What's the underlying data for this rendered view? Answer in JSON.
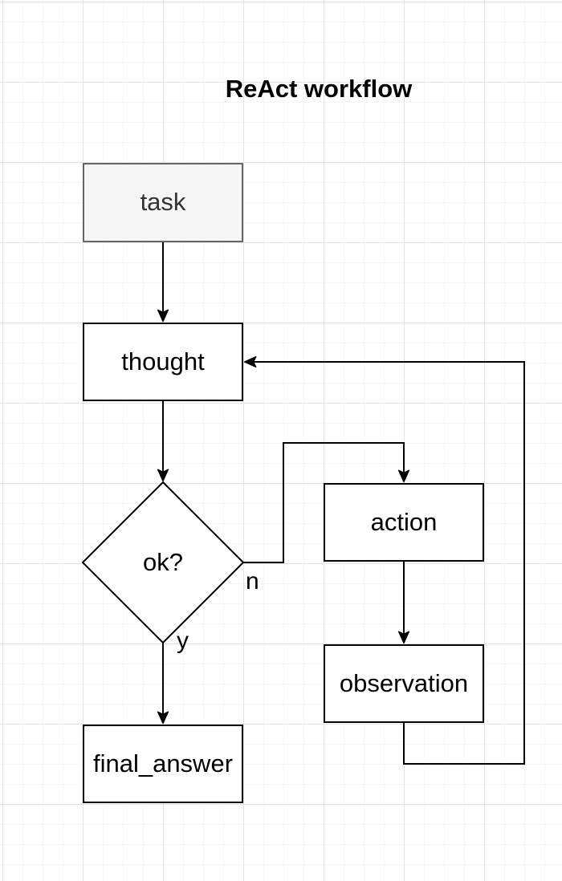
{
  "diagram": {
    "title": "ReAct workflow",
    "nodes": [
      {
        "id": "task",
        "label": "task",
        "shape": "rectangle"
      },
      {
        "id": "thought",
        "label": "thought",
        "shape": "rectangle"
      },
      {
        "id": "decision",
        "label": "ok?",
        "shape": "diamond"
      },
      {
        "id": "action",
        "label": "action",
        "shape": "rectangle"
      },
      {
        "id": "observation",
        "label": "observation",
        "shape": "rectangle"
      },
      {
        "id": "final_answer",
        "label": "final_answer",
        "shape": "rectangle"
      }
    ],
    "edges": [
      {
        "from": "task",
        "to": "thought",
        "label": ""
      },
      {
        "from": "thought",
        "to": "decision",
        "label": ""
      },
      {
        "from": "decision",
        "to": "action",
        "label": "n"
      },
      {
        "from": "action",
        "to": "observation",
        "label": ""
      },
      {
        "from": "observation",
        "to": "thought",
        "label": ""
      },
      {
        "from": "decision",
        "to": "final_answer",
        "label": "y"
      }
    ],
    "colors": {
      "background": "#ffffff",
      "grid_major": "#e4e4e4",
      "grid_minor": "#f6f6f6",
      "node_fill": "#ffffff",
      "node_border": "#000000",
      "node_text": "#000000",
      "task_fill": "#f5f5f5",
      "task_border": "#666666",
      "task_text": "#333333",
      "edge_stroke": "#000000",
      "title_text": "#000000"
    }
  }
}
